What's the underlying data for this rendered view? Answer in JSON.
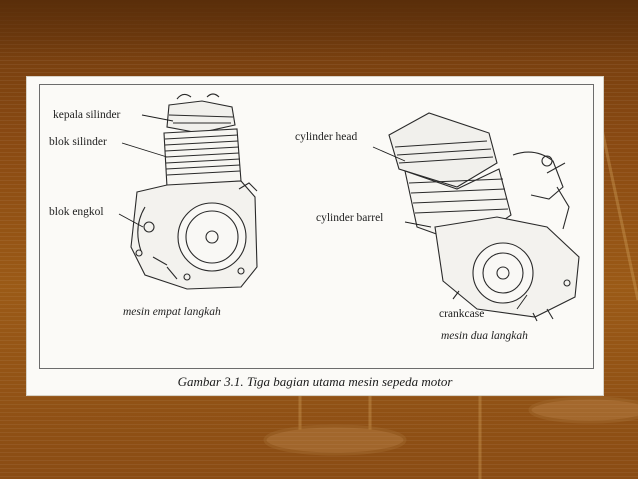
{
  "figure": {
    "caption": "Gambar 3.1.  Tiga bagian utama mesin sepeda motor",
    "left_engine": {
      "labels": {
        "head": "kepala silinder",
        "block": "blok silinder",
        "crankcase": "blok engkol"
      },
      "title": "mesin empat langkah"
    },
    "right_engine": {
      "labels": {
        "head": "cylinder head",
        "barrel": "cylinder barrel",
        "crankcase": "crankcase"
      },
      "title": "mesin dua langkah"
    }
  },
  "colors": {
    "background_dark": "#6e3a0e",
    "background_light": "#9b5a16",
    "panel": "#fbfaf7",
    "ink": "#1e1e1e"
  }
}
